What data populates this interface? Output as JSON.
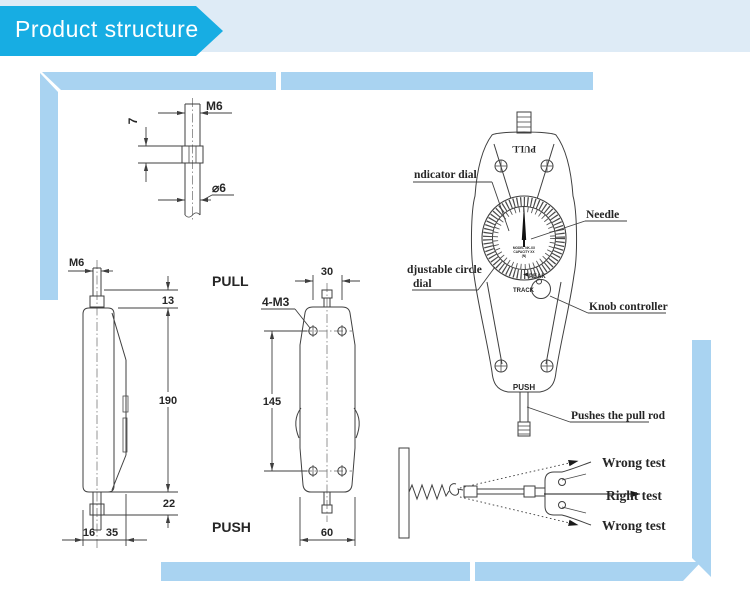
{
  "header": {
    "title": "Product structure"
  },
  "colors": {
    "banner": "#17ADE3",
    "strip": "#DEEBF6",
    "bar": "#A9D3F1",
    "ink": "#3F3F3F"
  },
  "hook_detail": {
    "thread": "M6",
    "height": "7",
    "diameter": "⌀6"
  },
  "side_view": {
    "thread": "M6",
    "top_offset": "13",
    "body_length": "190",
    "bottom_offset": "22",
    "width_front": "16",
    "width_back": "35"
  },
  "back_view": {
    "pull": "PULL",
    "push": "PUSH",
    "hole_spacing": "30",
    "holes": "4-M3",
    "hole_span": "145",
    "body_width": "60"
  },
  "front_view": {
    "top_marking": "PULL",
    "indicator_label": "ndicator dial",
    "needle_label": "Needle",
    "adjustable_label_line1": "djustable circle",
    "adjustable_label_line2": "dial",
    "peak": "PEAK",
    "track": "TRACK",
    "knob_label": "Knob controller",
    "push_marking": "PUSH",
    "rod_label": "Pushes the pull rod",
    "dial_text_line1": "MODEL NK-XX",
    "dial_text_line2": "CAPACITY XX",
    "dial_text_line3": "(N)"
  },
  "test_diagram": {
    "wrong_top": "Wrong test",
    "right": "Right test",
    "wrong_bottom": "Wrong test"
  }
}
